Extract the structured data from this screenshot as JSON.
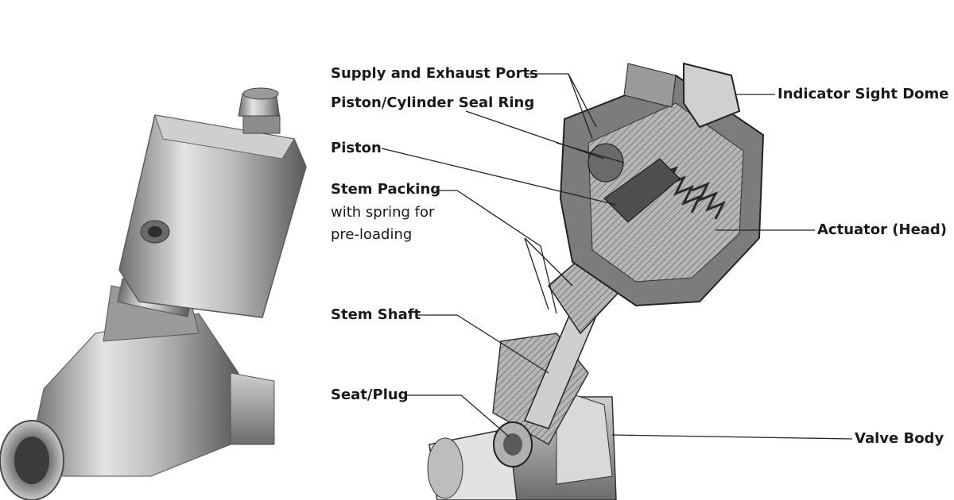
{
  "labels": {
    "supply_exhaust_ports": "Supply and Exhaust Ports",
    "piston_cylinder_seal_ring": "Piston/Cylinder Seal Ring",
    "piston": "Piston",
    "stem_packing": "Stem Packing",
    "stem_packing_sub1": "with spring for",
    "stem_packing_sub2": "pre-loading",
    "stem_shaft": "Stem Shaft",
    "seat_plug": "Seat/Plug",
    "indicator_sight_dome": "Indicator Sight Dome",
    "actuator_head": "Actuator (Head)",
    "valve_body": "Valve Body"
  },
  "colors": {
    "metal_light": "#d6d6d6",
    "metal_mid": "#a9a9a9",
    "metal_dark": "#5c5c5c",
    "section_fill": "#8a8a8a",
    "line": "#222222"
  }
}
